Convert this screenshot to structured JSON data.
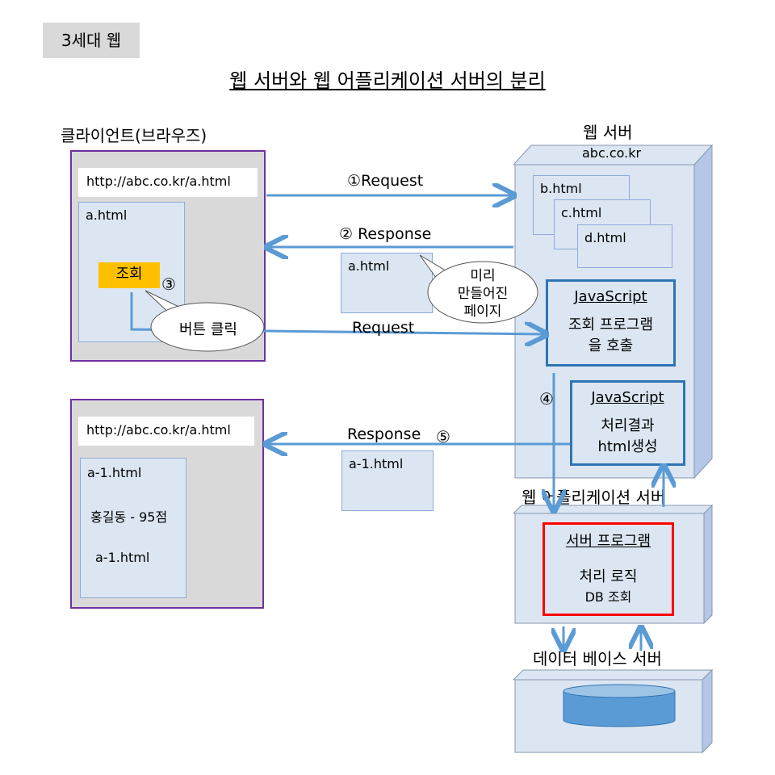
{
  "tag": "3세대 웹",
  "title": "웹 서버와 웹 어플리케이션 서버의 분리",
  "client_label": "클라이언트(브라우즈)",
  "client_top": {
    "url": "http://abc.co.kr/a.html",
    "page_name": "a.html",
    "button": "조회",
    "step3": "③",
    "bubble": "버튼 클릭"
  },
  "client_bottom": {
    "url": "http://abc.co.kr/a.html",
    "page_lines": [
      "a-1.html",
      "홍길동 - 95점",
      "a-1.html"
    ]
  },
  "arrows": {
    "request1": "①Request",
    "response2": "② Response",
    "request": "Request",
    "response5": "Response",
    "step5": "⑤",
    "step4": "④"
  },
  "transfer_pages": {
    "a": "a.html",
    "a1": "a-1.html"
  },
  "premade_bubble": [
    "미리",
    "만들어진",
    "페이지"
  ],
  "web_server": {
    "label": "웹 서버",
    "host": "abc.co.kr",
    "files": [
      "b.html",
      "c.html",
      "d.html"
    ],
    "js1": {
      "title": "JavaScript",
      "lines": [
        "조회 프로그램",
        "을 호출"
      ]
    },
    "js2": {
      "title": "JavaScript",
      "lines": [
        "처리결과",
        "html생성"
      ]
    }
  },
  "was": {
    "label": "웹 어플리케이션 서버",
    "program": {
      "title": "서버 프로그램",
      "lines": [
        "처리 로직",
        "DB 조회"
      ]
    }
  },
  "db": {
    "label": "데이터 베이스 서버"
  },
  "colors": {
    "arrow": "#5b9bd5",
    "client_border": "#7030a0",
    "button": "#ffc000",
    "js_border": "#2e74b5",
    "program_border": "#ff0000"
  }
}
